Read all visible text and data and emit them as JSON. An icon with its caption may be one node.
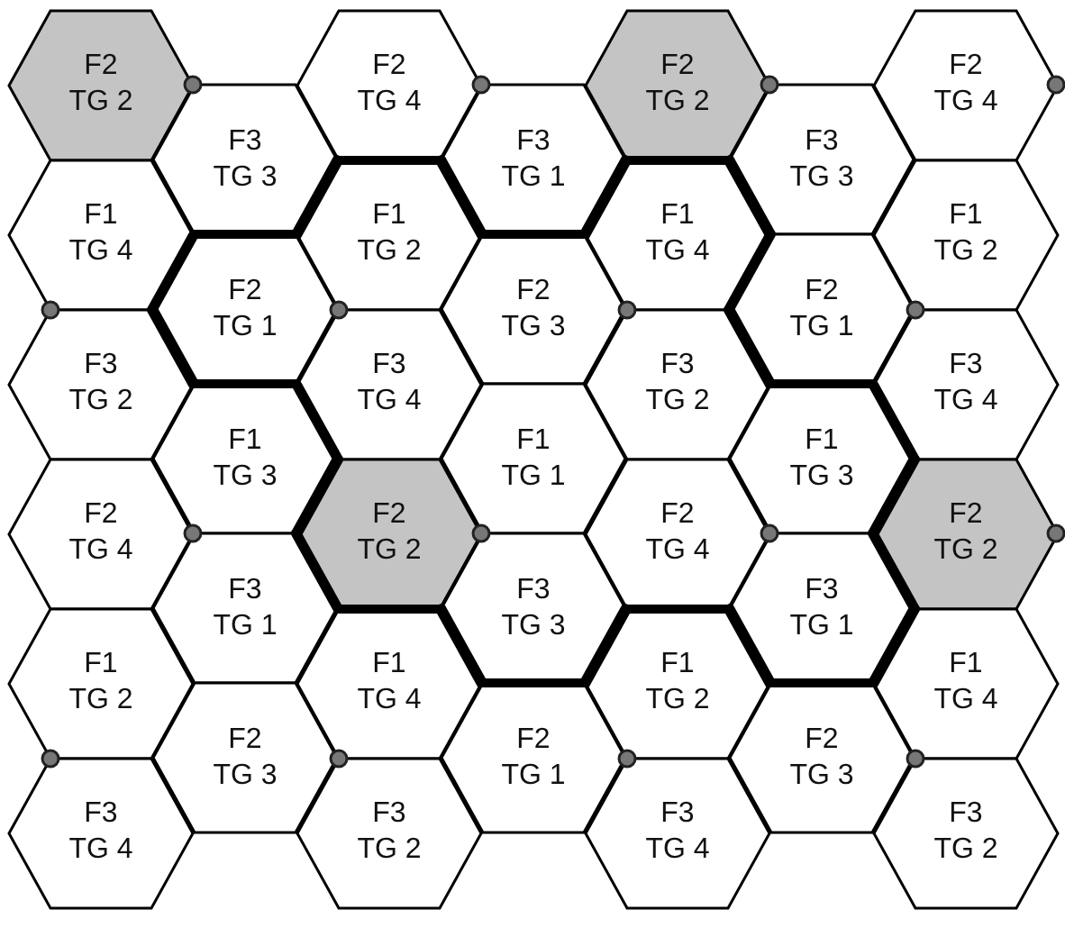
{
  "diagram": {
    "nodes": [
      {
        "text": [
          "F2",
          "TG 2"
        ]
      },
      {
        "text": [
          "F2",
          "TG 4"
        ]
      },
      {
        "text": [
          "F2",
          "TG 2"
        ]
      },
      {
        "text": [
          "F2",
          "TG 4"
        ]
      },
      {
        "text": [
          "F3",
          "TG 3"
        ]
      },
      {
        "text": [
          "F3",
          "TG 1"
        ]
      },
      {
        "text": [
          "F3",
          "TG 3"
        ]
      },
      {
        "text": [
          "F1",
          "TG 4"
        ]
      },
      {
        "text": [
          "F1",
          "TG 2"
        ]
      },
      {
        "text": [
          "F1",
          "TG 4"
        ]
      },
      {
        "text": [
          "F1",
          "TG 2"
        ]
      },
      {
        "text": [
          "F2",
          "TG 1"
        ]
      },
      {
        "text": [
          "F2",
          "TG 3"
        ]
      },
      {
        "text": [
          "F2",
          "TG 1"
        ]
      },
      {
        "text": [
          "F3",
          "TG 2"
        ]
      },
      {
        "text": [
          "F3",
          "TG 4"
        ]
      },
      {
        "text": [
          "F3",
          "TG 2"
        ]
      },
      {
        "text": [
          "F3",
          "TG 4"
        ]
      },
      {
        "text": [
          "F1",
          "TG 3"
        ]
      },
      {
        "text": [
          "F1",
          "TG 1"
        ]
      },
      {
        "text": [
          "F1",
          "TG 3"
        ]
      },
      {
        "text": [
          "F2",
          "TG 4"
        ]
      },
      {
        "text": [
          "F2",
          "TG 2"
        ]
      },
      {
        "text": [
          "F2",
          "TG 4"
        ]
      },
      {
        "text": [
          "F2",
          "TG 2"
        ]
      },
      {
        "text": [
          "F3",
          "TG 1"
        ]
      },
      {
        "text": [
          "F3",
          "TG 3"
        ]
      },
      {
        "text": [
          "F3",
          "TG 1"
        ]
      },
      {
        "text": [
          "F1",
          "TG 2"
        ]
      },
      {
        "text": [
          "F1",
          "TG 4"
        ]
      },
      {
        "text": [
          "F1",
          "TG 2"
        ]
      },
      {
        "text": [
          "F1",
          "TG 4"
        ]
      },
      {
        "text": [
          "F2",
          "TG 3"
        ]
      },
      {
        "text": [
          "F2",
          "TG 1"
        ]
      },
      {
        "text": [
          "F2",
          "TG 3"
        ]
      },
      {
        "text": [
          "F3",
          "TG 4"
        ]
      },
      {
        "text": [
          "F3",
          "TG 2"
        ]
      },
      {
        "text": [
          "F3",
          "TG 4"
        ]
      },
      {
        "text": [
          "F3",
          "TG 2"
        ]
      }
    ]
  }
}
